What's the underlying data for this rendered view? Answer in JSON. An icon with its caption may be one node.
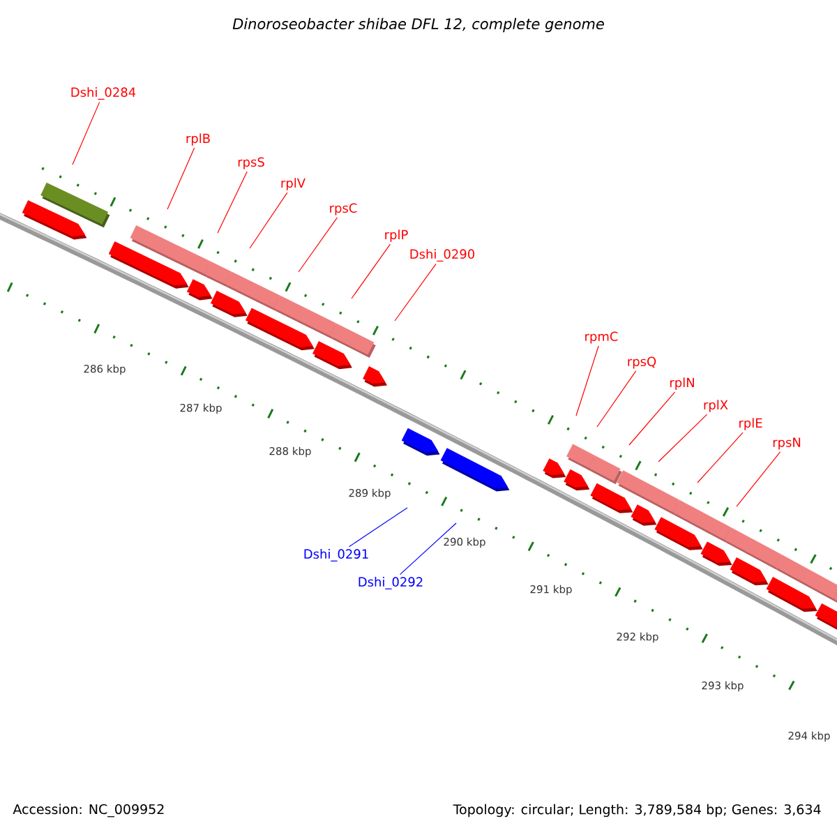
{
  "diagram": {
    "title": "Dinoroseobacter shibae DFL 12, complete genome",
    "nodes": [
      {
        "text": [
          "Dshi_0284"
        ]
      },
      {
        "text": [
          "rplB"
        ]
      },
      {
        "text": [
          "rpsS"
        ]
      },
      {
        "text": [
          "rplV"
        ]
      },
      {
        "text": [
          "rpsC"
        ]
      },
      {
        "text": [
          "rplP"
        ]
      },
      {
        "text": [
          "Dshi_0290"
        ]
      },
      {
        "text": [
          "rpmC"
        ]
      },
      {
        "text": [
          "rpsQ"
        ]
      },
      {
        "text": [
          "rplN"
        ]
      },
      {
        "text": [
          "rplX"
        ]
      },
      {
        "text": [
          "rplE"
        ]
      },
      {
        "text": [
          "rpsN"
        ]
      },
      {
        "text": [
          "Dshi_0291"
        ]
      },
      {
        "text": [
          "Dshi_0292"
        ]
      }
    ],
    "edges": [
      {
        "from": 0,
        "to": null,
        "arrow": "none"
      },
      {
        "from": 1,
        "to": null,
        "arrow": "none"
      },
      {
        "from": 2,
        "to": null,
        "arrow": "none"
      },
      {
        "from": 3,
        "to": null,
        "arrow": "none"
      },
      {
        "from": 4,
        "to": null,
        "arrow": "none"
      },
      {
        "from": 5,
        "to": null,
        "arrow": "none"
      },
      {
        "from": 6,
        "to": null,
        "arrow": "none"
      },
      {
        "from": 7,
        "to": null,
        "arrow": "none"
      },
      {
        "from": 8,
        "to": null,
        "arrow": "none"
      },
      {
        "from": 9,
        "to": null,
        "arrow": "none"
      },
      {
        "from": 10,
        "to": null,
        "arrow": "none"
      },
      {
        "from": 11,
        "to": null,
        "arrow": "none"
      },
      {
        "from": 12,
        "to": null,
        "arrow": "none"
      },
      {
        "from": 13,
        "to": null,
        "arrow": "none",
        "color": "#0000ff"
      },
      {
        "from": 14,
        "to": null,
        "arrow": "none",
        "color": "#0000ff"
      }
    ],
    "labels": [
      "286 kbp",
      "287 kbp",
      "288 kbp",
      "289 kbp",
      "290 kbp",
      "291 kbp",
      "292 kbp",
      "293 kbp",
      "294 kbp",
      "Accession: NC_009952",
      "Topology: circular; Length: 3,789,584 bp; Genes: 3,634"
    ]
  }
}
